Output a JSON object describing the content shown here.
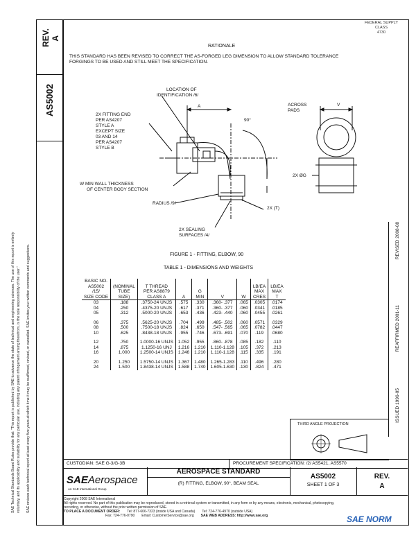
{
  "side_panel": {
    "rev_label": "REV.",
    "rev_value": "A",
    "doc_number": "AS5002",
    "revised": "REVISED 2008-08",
    "reaffirmed": "REAFFIRMED 2001-11",
    "issued": "ISSUED 1996-05"
  },
  "legal_text": {
    "col1": "SAE Technical Standards Board Rules provide that: \"This report is published by SAE to advance the state of technical and engineering sciences. The use of this report is entirely",
    "col2": "voluntary, and its applicability and suitability for any particular use, including any patent infringement arising therefrom, is the sole responsibility of the user.\"",
    "col3": "SAE reviews each technical report at least every five years at which time it may be reaffirmed, revised, or cancelled. SAE invites your written comments and suggestions."
  },
  "header_note": [
    "FEDERAL SUPPLY CLASS",
    "4730"
  ],
  "rationale": {
    "heading": "RATIONALE",
    "body": "THIS STANDARD HAS BEEN REVISED TO CORRECT THE AS-FORGED LEG DIMENSION TO ALLOW STANDARD TOLERANCE FORGINGS TO BE USED AND STILL MEET THE SPECIFICATION."
  },
  "figure": {
    "labels": {
      "loc1": "LOCATION OF",
      "loc2": "IDENTIFICATION /6/",
      "fit1": "2X FITTING END",
      "fit2": "PER AS4207",
      "fit3": "STYLE A",
      "fit4": "EXCEPT SIZE",
      "fit5": "03 AND 14",
      "fit6": "PER AS4207",
      "fit7": "STYLE B",
      "dim_a": "A",
      "angle": "90°",
      "wmin1": "W MIN WALL THICKNESS",
      "wmin2": "OF CENTER BODY SECTION",
      "radius": "RADIUS /9/",
      "twoxt": "2X (T)",
      "seal1": "2X SEALING",
      "seal2": "SURFACES /4/",
      "across1": "ACROSS",
      "across2": "PADS",
      "dim_v": "V",
      "twoxg": "2X ØG"
    },
    "caption": "FIGURE 1 - FITTING, ELBOW, 90"
  },
  "table": {
    "caption": "TABLE 1 - DIMENSIONS AND WEIGHTS",
    "headers": [
      [
        "BASIC NO.",
        "AS5002",
        "/15/",
        "SIZE CODE"
      ],
      [
        "(NOMINAL",
        "TUBE",
        "SIZE)"
      ],
      [
        "T THREAD",
        "PER AS8879",
        "CLASS A"
      ],
      [
        "A"
      ],
      [
        "G",
        "MIN"
      ],
      [
        "V"
      ],
      [
        "W"
      ],
      [
        "LB/EA",
        "MAX",
        "CRES"
      ],
      [
        "LB/EA",
        "MAX",
        "T"
      ]
    ],
    "rows": [
      [
        "03",
        ".188",
        ".3750-24 UNJS",
        ".575",
        ".330",
        ".360-  .377",
        ".065",
        ".0305",
        ".0174"
      ],
      [
        "04",
        ".250",
        ".4375-20 UNJS",
        ".617",
        ".371",
        ".360-  .377",
        ".060",
        ".0341",
        ".0185"
      ],
      [
        "05",
        ".312",
        ".5000-20 UNJS",
        ".653",
        ".436",
        ".423-  .440",
        ".060",
        ".0455",
        ".0261"
      ],
      [
        "",
        "",
        "",
        "",
        "",
        "",
        "",
        "",
        ""
      ],
      [
        "06",
        ".375",
        ".5625-20 UNJS",
        ".704",
        ".499",
        ".485-  .502",
        ".060",
        ".0571",
        ".0329"
      ],
      [
        "08",
        ".500",
        ".7500-18 UNJS",
        ".824",
        ".650",
        ".547-  .565",
        ".065",
        ".0782",
        ".0447"
      ],
      [
        "10",
        ".625",
        ".8438-18 UNJS",
        ".955",
        ".746",
        ".673-  .691",
        ".070",
        ".119",
        ".0680"
      ],
      [
        "",
        "",
        "",
        "",
        "",
        "",
        "",
        "",
        ""
      ],
      [
        "12",
        ".750",
        "1.0000-16 UNJS",
        "1.052",
        ".955",
        ".860-  .878",
        ".085",
        ".182",
        ".110"
      ],
      [
        "14",
        ".875",
        "1.1250-16 UNJ",
        "1.216",
        "1.210",
        "1.110-1.128",
        ".105",
        ".372",
        ".213"
      ],
      [
        "16",
        "1.000",
        "1.2500-14 UNJS",
        "1.246",
        "1.210",
        "1.110-1.128",
        ".115",
        ".335",
        ".191"
      ],
      [
        "",
        "",
        "",
        "",
        "",
        "",
        "",
        "",
        ""
      ],
      [
        "20",
        "1.250",
        "1.5750-14 UNJS",
        "1.367",
        "1.480",
        "1.265-1.283",
        ".110",
        ".496",
        ".280"
      ],
      [
        "24",
        "1.500",
        "1.8438-14 UNJS",
        "1.588",
        "1.740",
        "1.605-1.630",
        ".130",
        ".824",
        ".471"
      ]
    ]
  },
  "projection_label": "THIRD ANGLE PROJECTION",
  "custodian": "CUSTODIAN:  SAE G-3/G-3B",
  "procurement": "PROCUREMENT SPECIFICATION:  /2/ AS5421, AS5570",
  "title_block": {
    "logo_sae": "SAE",
    "logo_aero": "Aerospace",
    "logo_sub": "An SAE International Group",
    "standard": "AEROSPACE STANDARD",
    "subtitle": "(R) FITTING, ELBOW, 90°, BEAM SEAL",
    "doc_number": "AS5002",
    "sheet": "SHEET 1 OF 3",
    "rev_label": "REV.",
    "rev_value": "A"
  },
  "footer": {
    "copyright": "Copyright  2008 SAE International",
    "rights": "All rights reserved. No part of this publication may be reproduced, stored in a retrieval system or transmitted, in any form or by any means, electronic, mechanical, photocopying,",
    "rights2": "recording, or otherwise, without the prior written permission of SAE.",
    "order_label": "TO PLACE A DOCUMENT ORDER:",
    "tel": "Tel:  877-606-7323 (inside USA and Canada)",
    "tel2": "Tel:  724-776-4970 (outside USA)",
    "fax": "Fax:  724-776-0790",
    "email": "Email:  CustomerService@sae.org",
    "web": "SAE WEB ADDRESS:  http://www.sae.org"
  },
  "watermark": "SAE NORM"
}
